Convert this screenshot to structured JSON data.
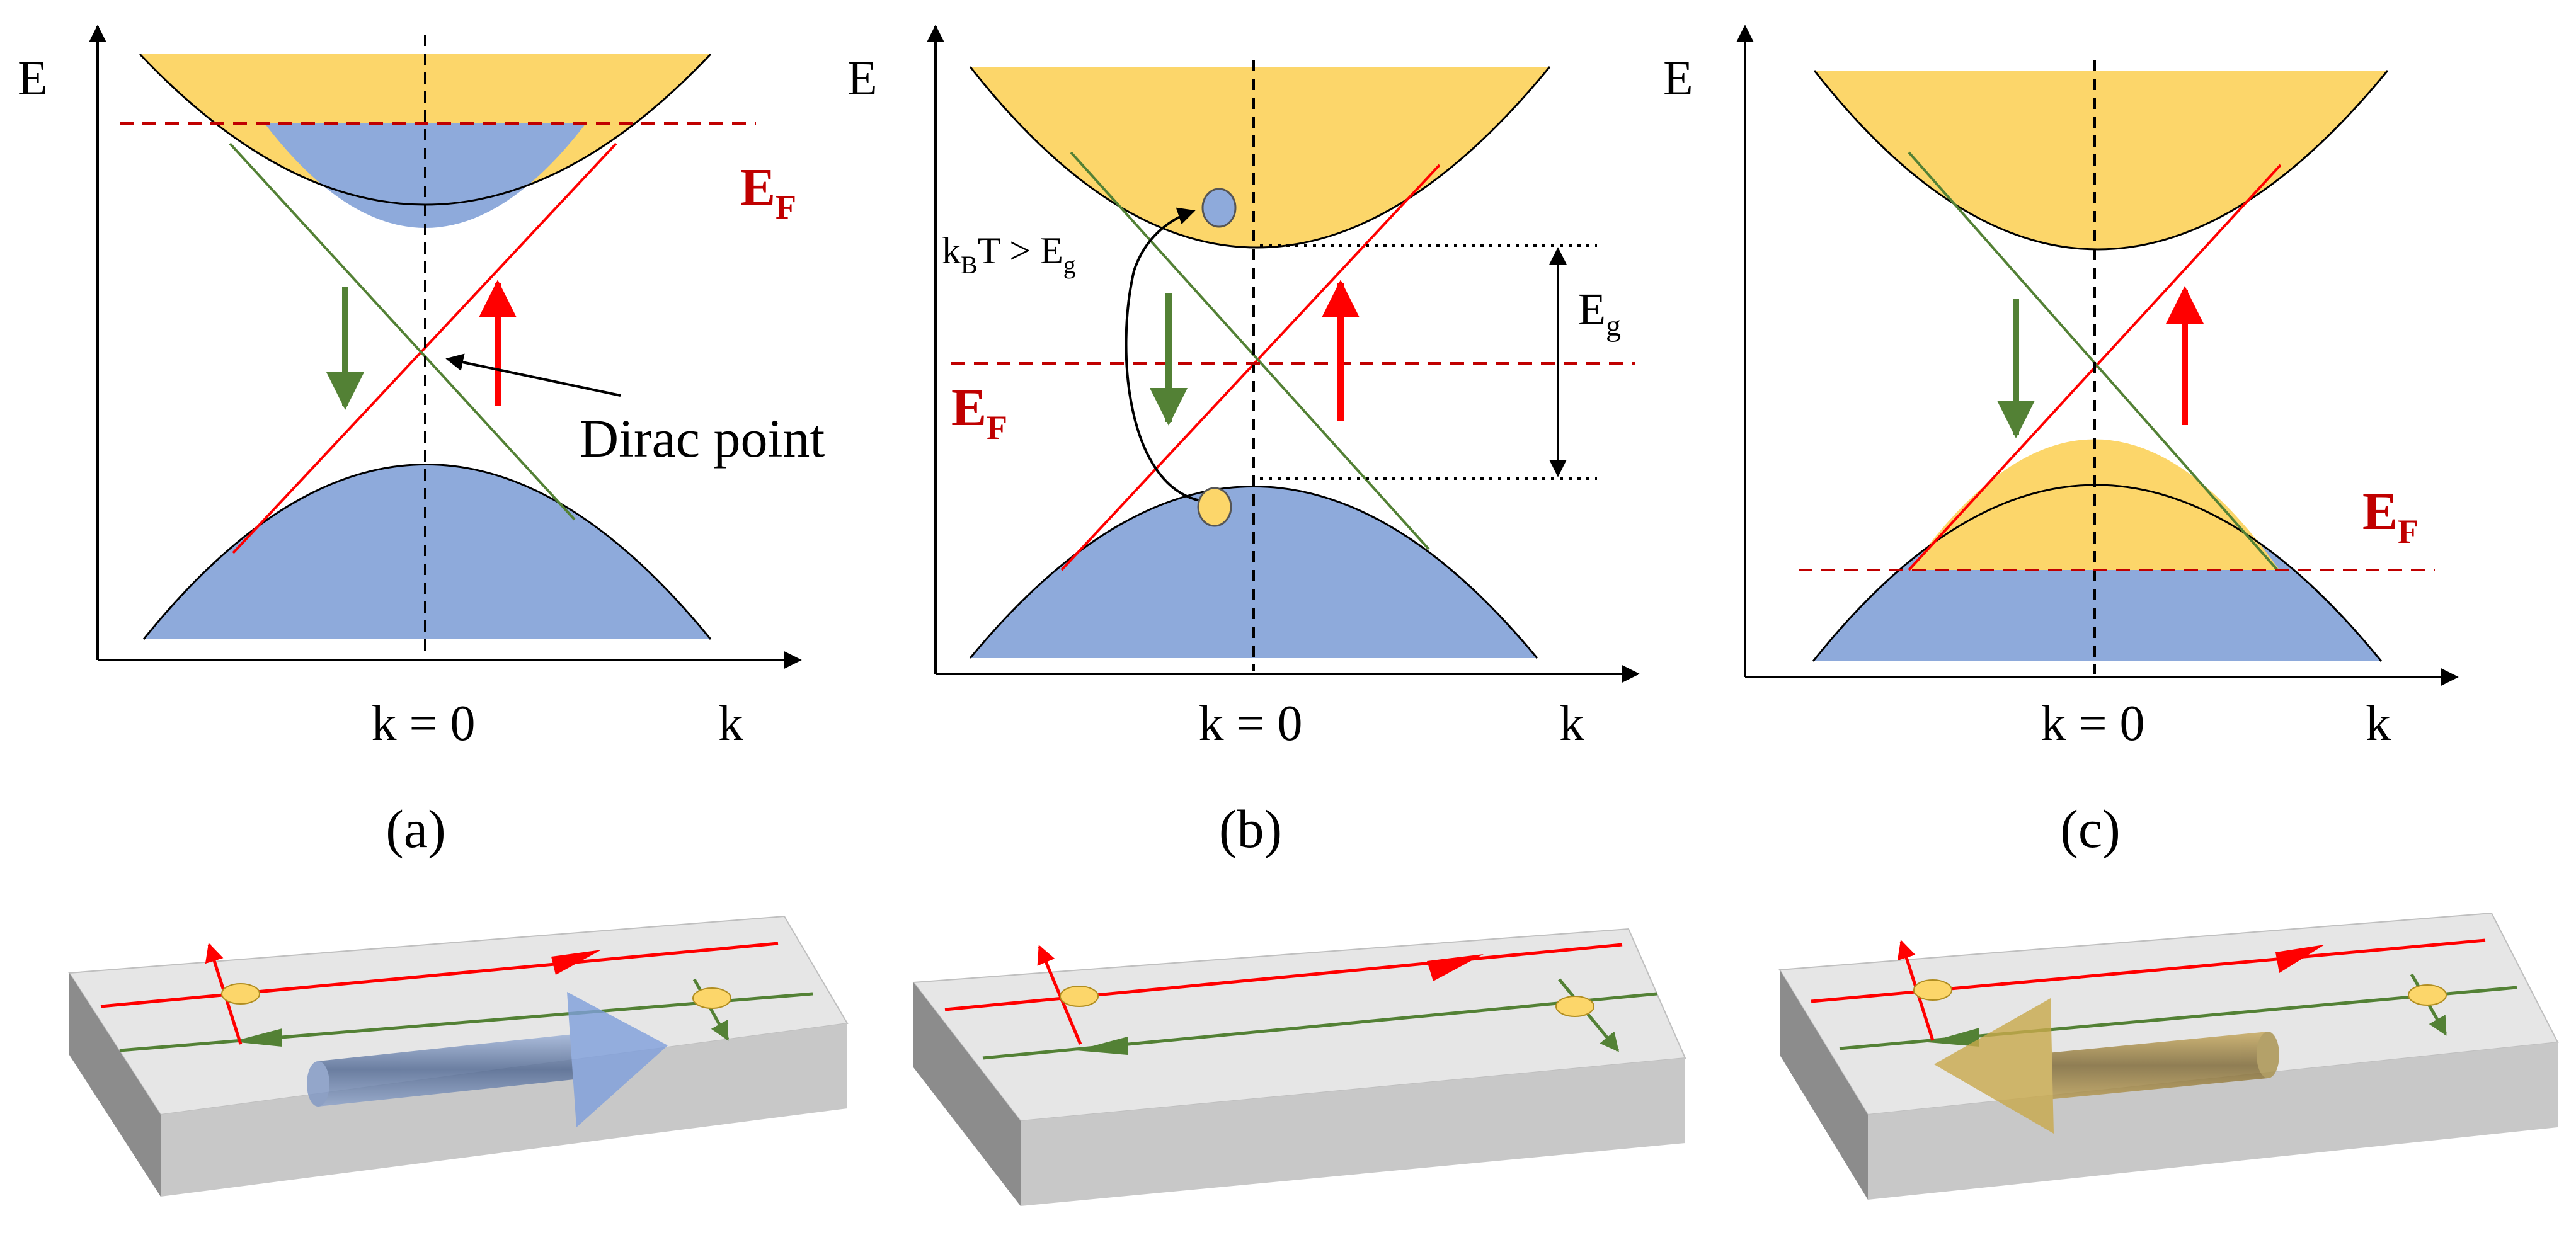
{
  "panels": [
    {
      "e_label": "E",
      "k_label": "k",
      "k0_label": "k = 0",
      "caption": "(a)",
      "ef_label": "E",
      "ef_sub": "F",
      "dirac_label": "Dirac point"
    },
    {
      "e_label": "E",
      "k_label": "k",
      "k0_label": "k = 0",
      "caption": "(b)",
      "ef_label": "E",
      "ef_sub": "F",
      "thermal_k": "k",
      "thermal_sub_b": "B",
      "thermal_mid": "T > E",
      "thermal_sub_g": "g",
      "gap_label": "E",
      "gap_sub": "g"
    },
    {
      "e_label": "E",
      "k_label": "k",
      "k0_label": "k = 0",
      "caption": "(c)",
      "ef_label": "E",
      "ef_sub": "F"
    }
  ],
  "colors": {
    "conduction": "#fcd66a",
    "valence": "#8eaadb",
    "spin_up": "#ff0000",
    "spin_down": "#538135",
    "fermi": "#c00000",
    "slab_top": "#e6e6e6",
    "slab_front": "#c8c8c8",
    "slab_side": "#8c8c8c"
  }
}
